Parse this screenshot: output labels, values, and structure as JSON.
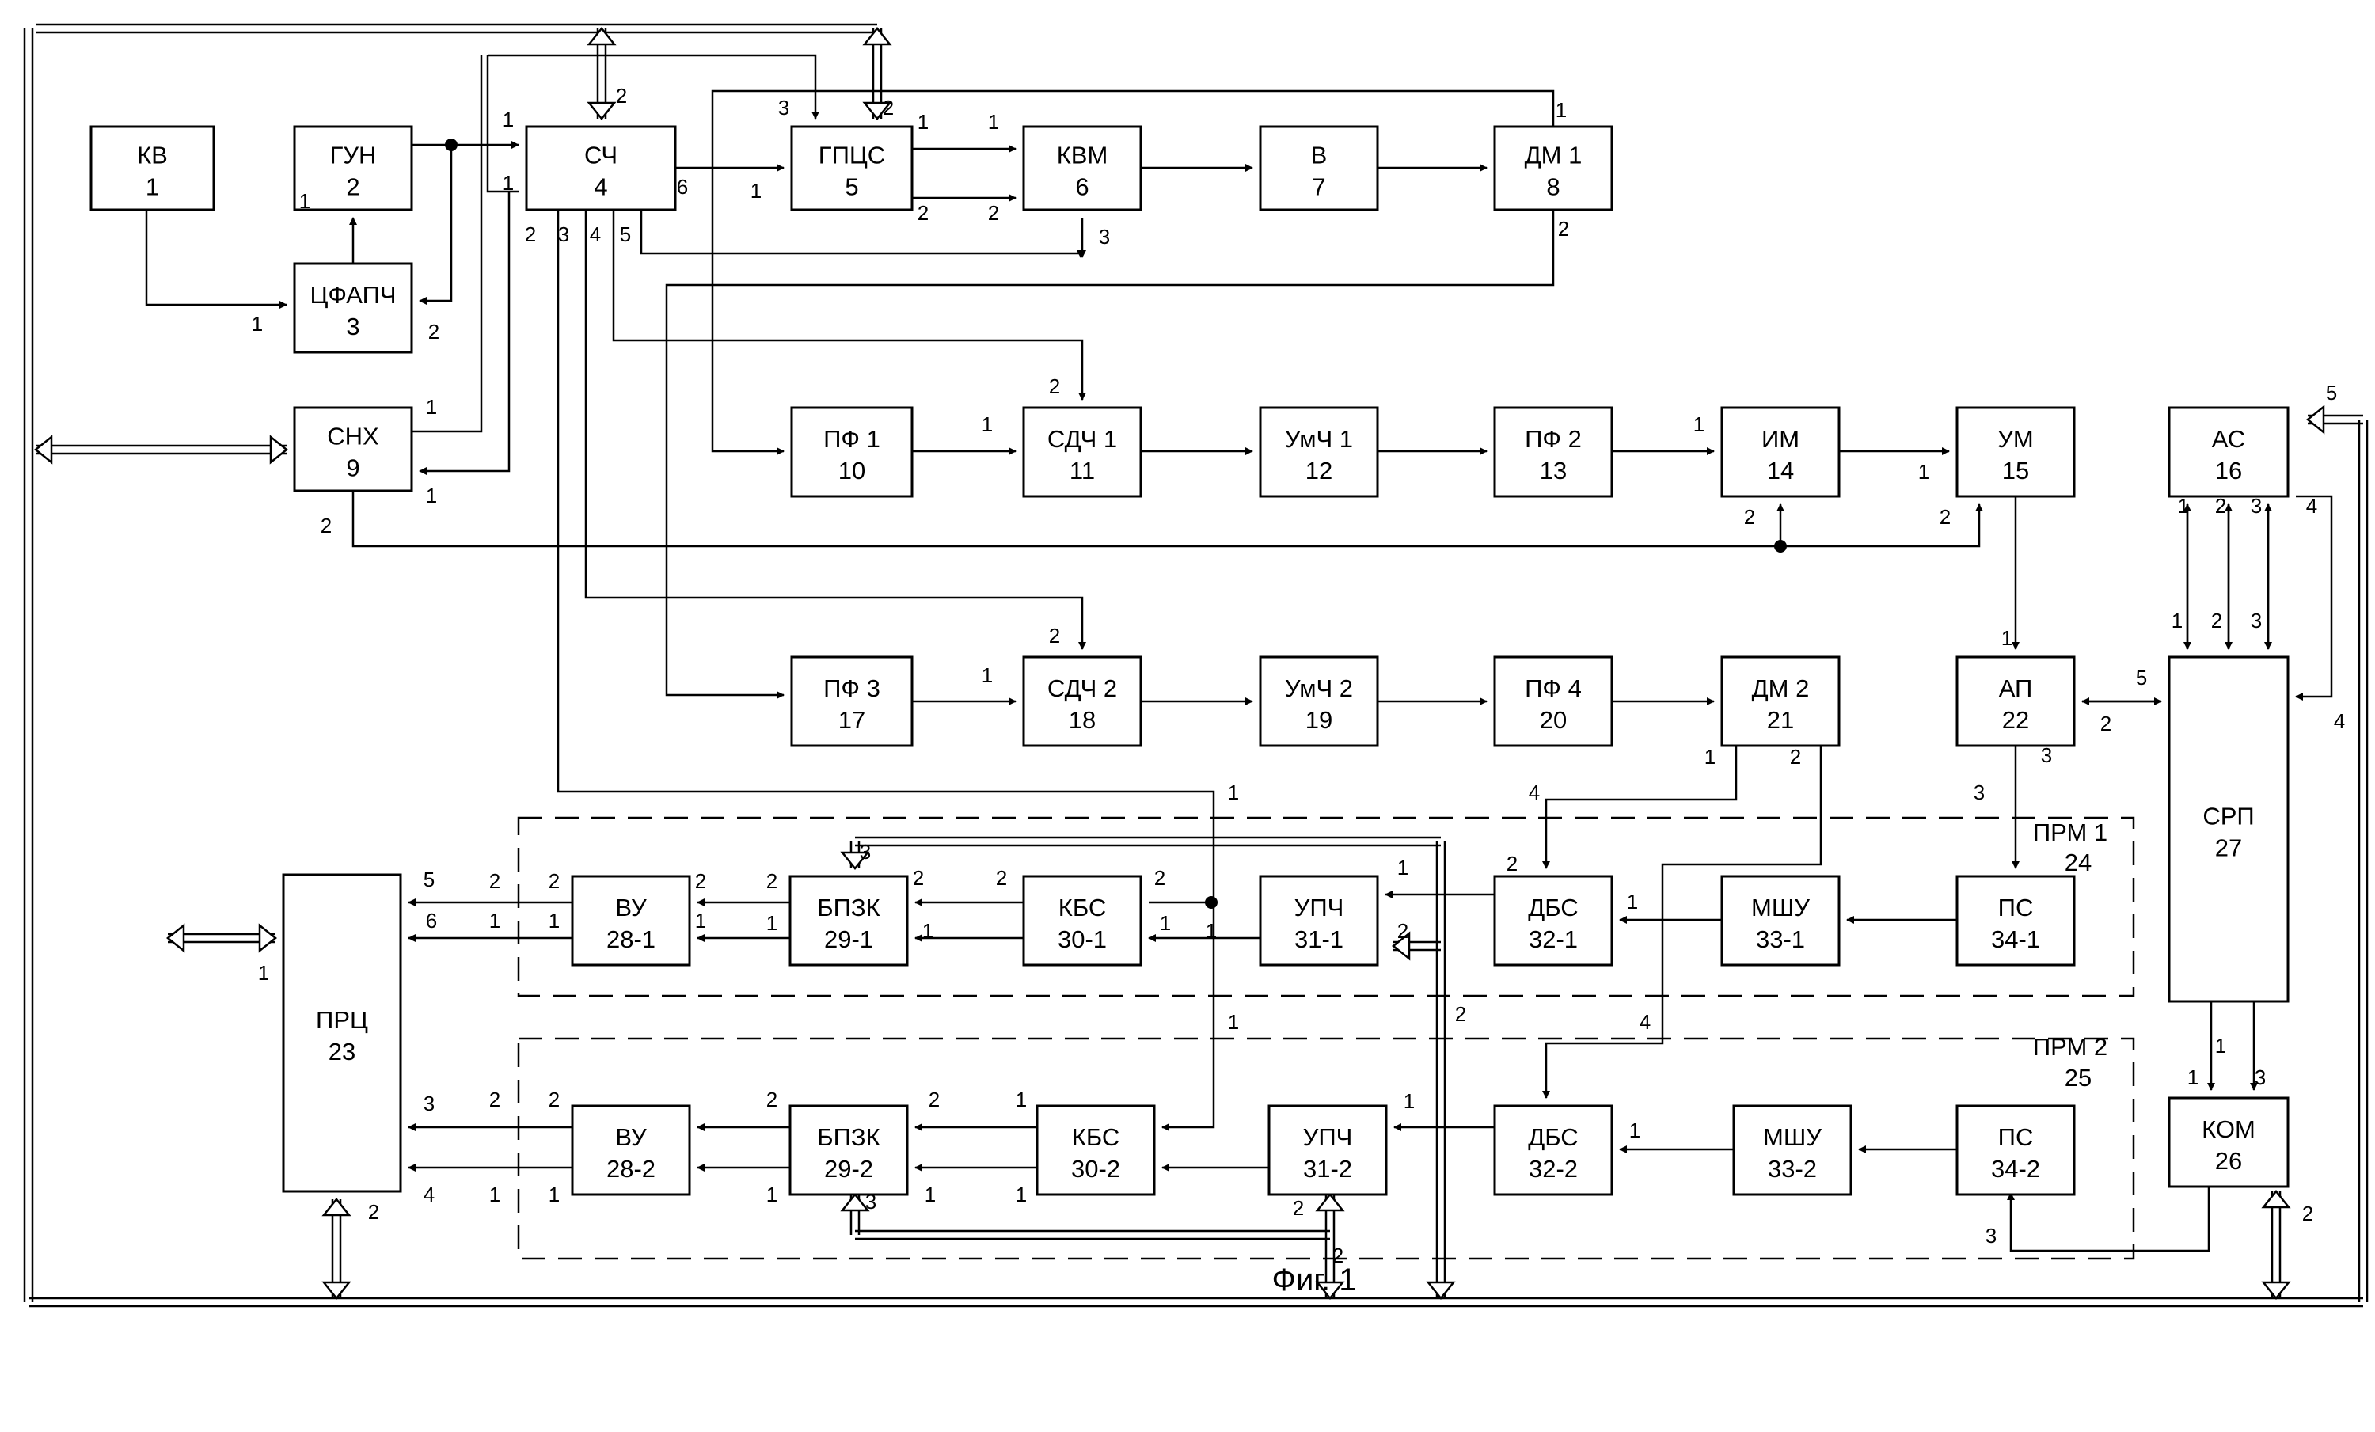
{
  "caption": "Фиг. 1",
  "blocks": [
    {
      "id": "b1",
      "label": "КВ",
      "num": "1"
    },
    {
      "id": "b2",
      "label": "ГУН",
      "num": "2"
    },
    {
      "id": "b3",
      "label": "ЦФАПЧ",
      "num": "3"
    },
    {
      "id": "b4",
      "label": "СЧ",
      "num": "4"
    },
    {
      "id": "b5",
      "label": "ГПЦС",
      "num": "5"
    },
    {
      "id": "b6",
      "label": "КВМ",
      "num": "6"
    },
    {
      "id": "b7",
      "label": "В",
      "num": "7"
    },
    {
      "id": "b8",
      "label": "ДМ 1",
      "num": "8"
    },
    {
      "id": "b9",
      "label": "СНХ",
      "num": "9"
    },
    {
      "id": "b10",
      "label": "ПФ 1",
      "num": "10"
    },
    {
      "id": "b11",
      "label": "СДЧ 1",
      "num": "11"
    },
    {
      "id": "b12",
      "label": "УмЧ 1",
      "num": "12"
    },
    {
      "id": "b13",
      "label": "ПФ 2",
      "num": "13"
    },
    {
      "id": "b14",
      "label": "ИМ",
      "num": "14"
    },
    {
      "id": "b15",
      "label": "УМ",
      "num": "15"
    },
    {
      "id": "b16",
      "label": "АС",
      "num": "16"
    },
    {
      "id": "b17",
      "label": "ПФ 3",
      "num": "17"
    },
    {
      "id": "b18",
      "label": "СДЧ 2",
      "num": "18"
    },
    {
      "id": "b19",
      "label": "УмЧ 2",
      "num": "19"
    },
    {
      "id": "b20",
      "label": "ПФ 4",
      "num": "20"
    },
    {
      "id": "b21",
      "label": "ДМ 2",
      "num": "21"
    },
    {
      "id": "b22",
      "label": "АП",
      "num": "22"
    },
    {
      "id": "b23",
      "label": "ПРЦ",
      "num": "23"
    },
    {
      "id": "b26",
      "label": "КОМ",
      "num": "26"
    },
    {
      "id": "b27",
      "label": "СРП",
      "num": "27"
    },
    {
      "id": "b28_1",
      "label": "ВУ",
      "num": "28-1"
    },
    {
      "id": "b29_1",
      "label": "БПЗК",
      "num": "29-1"
    },
    {
      "id": "b30_1",
      "label": "КБС",
      "num": "30-1"
    },
    {
      "id": "b31_1",
      "label": "УПЧ",
      "num": "31-1"
    },
    {
      "id": "b32_1",
      "label": "ДБС",
      "num": "32-1"
    },
    {
      "id": "b33_1",
      "label": "МШУ",
      "num": "33-1"
    },
    {
      "id": "b34_1",
      "label": "ПС",
      "num": "34-1"
    },
    {
      "id": "b28_2",
      "label": "ВУ",
      "num": "28-2"
    },
    {
      "id": "b29_2",
      "label": "БПЗК",
      "num": "29-2"
    },
    {
      "id": "b30_2",
      "label": "КБС",
      "num": "30-2"
    },
    {
      "id": "b31_2",
      "label": "УПЧ",
      "num": "31-2"
    },
    {
      "id": "b32_2",
      "label": "ДБС",
      "num": "32-2"
    },
    {
      "id": "b33_2",
      "label": "МШУ",
      "num": "33-2"
    },
    {
      "id": "b34_2",
      "label": "ПС",
      "num": "34-2"
    }
  ],
  "groups": [
    {
      "id": "prm1",
      "label": "ПРМ 1",
      "num": "24"
    },
    {
      "id": "prm2",
      "label": "ПРМ 2",
      "num": "25"
    }
  ],
  "port_labels": [
    "1",
    "2",
    "3",
    "4",
    "5",
    "6"
  ]
}
